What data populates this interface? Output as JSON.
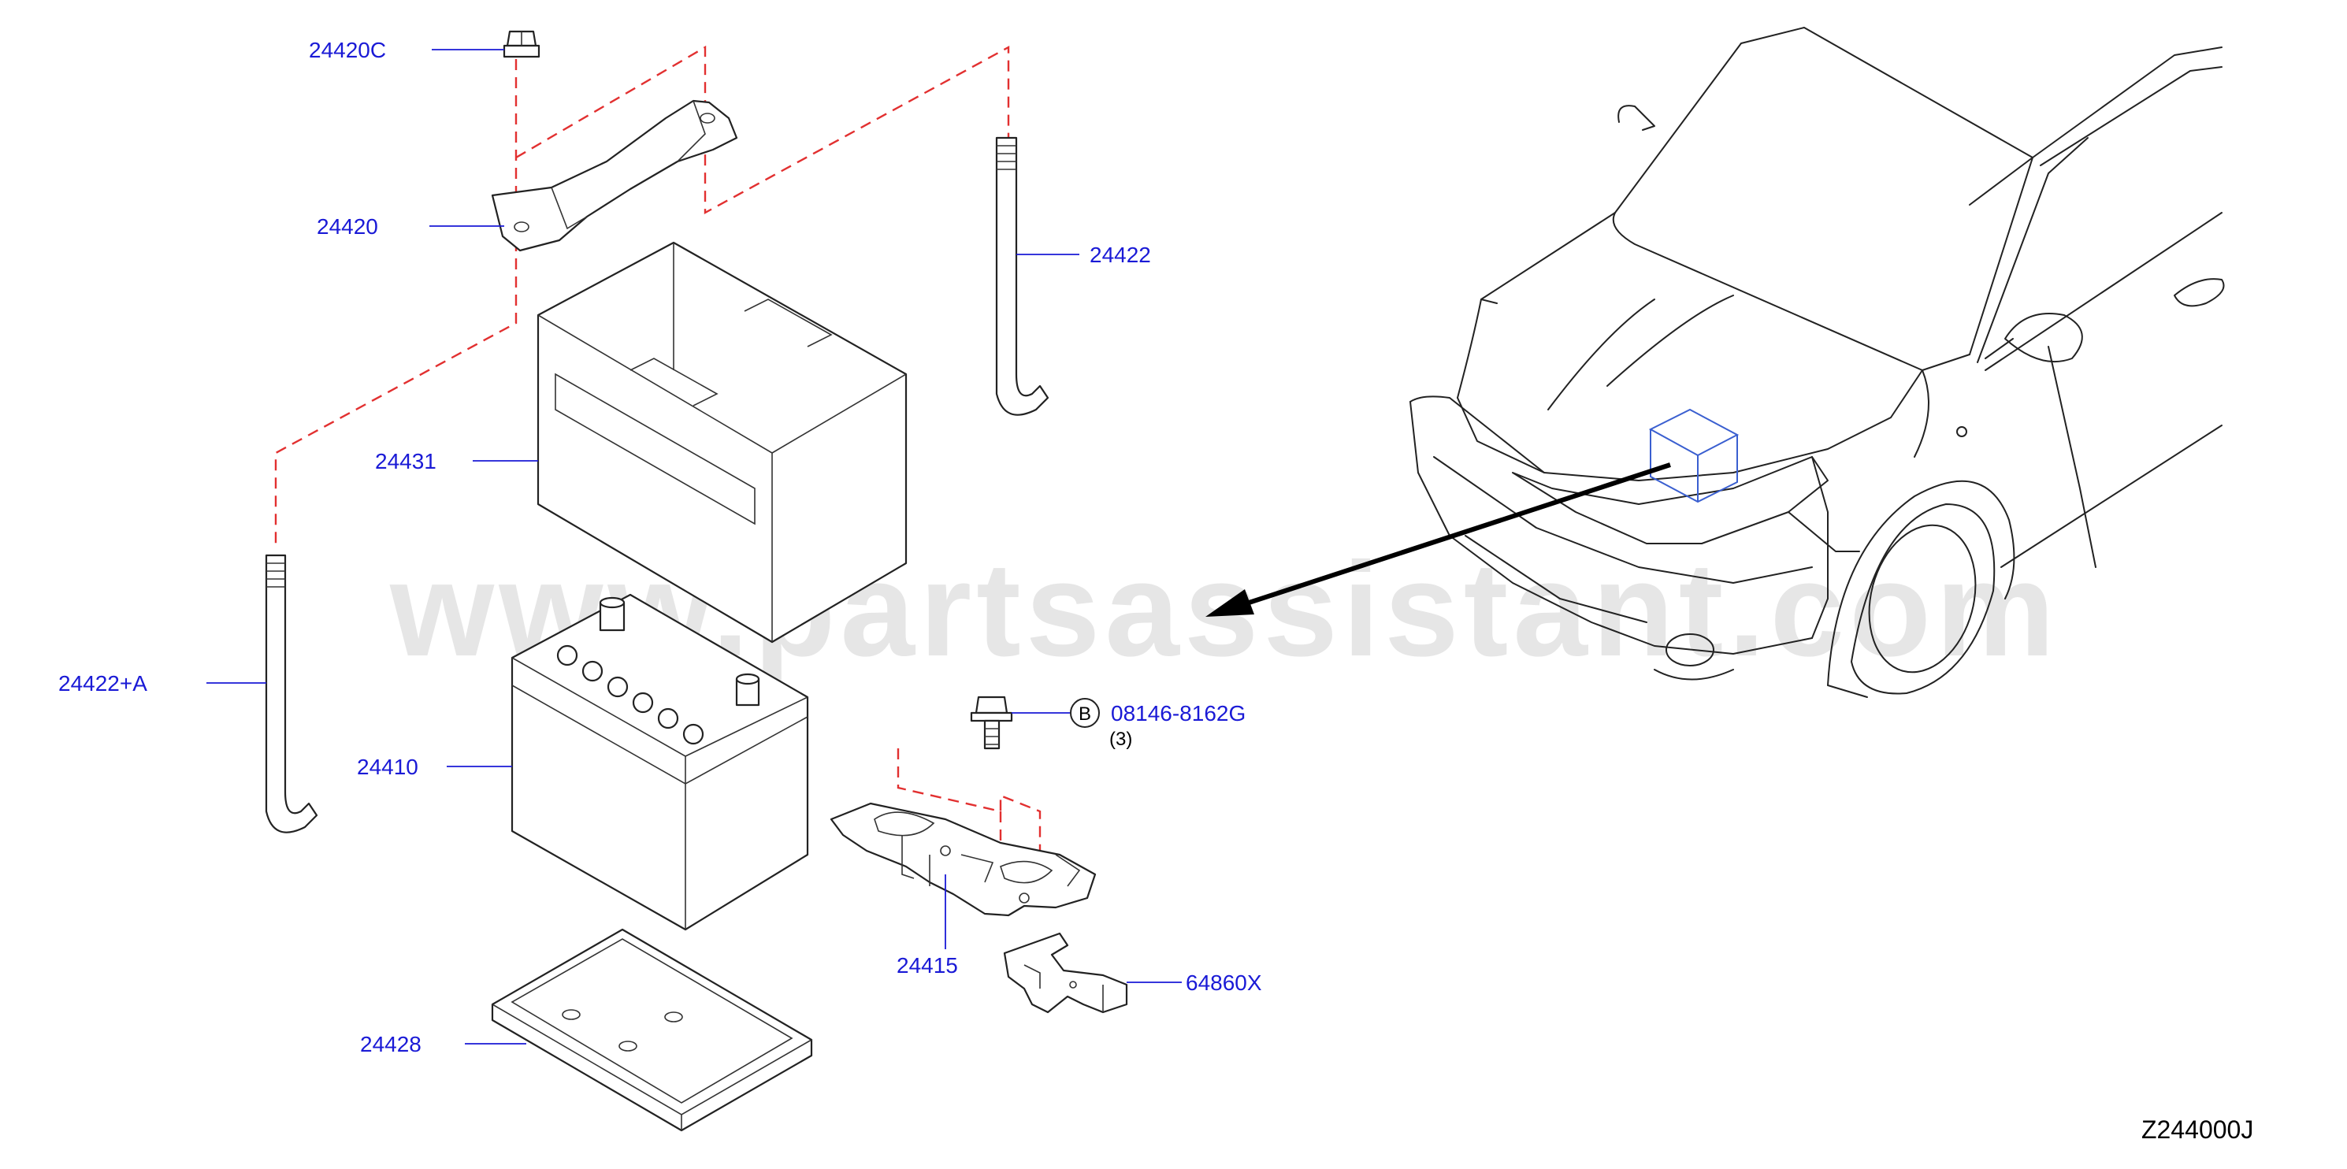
{
  "diagram": {
    "watermark": "www.partsassistant.com",
    "code": "Z244000J",
    "labels": {
      "p24420C": "24420C",
      "p24420": "24420",
      "p24422": "24422",
      "p24431": "24431",
      "p24422A": "24422+A",
      "p24410": "24410",
      "p08146": "08146-8162G",
      "qty": "(3)",
      "ref_b": "B",
      "p24415": "24415",
      "p64860X": "64860X",
      "p24428": "24428"
    },
    "colors": {
      "label": "#1a1ad6",
      "dashed_guides": "#e23030",
      "location_box": "#3a5fd0",
      "watermark": "#d2d2d2"
    },
    "icons": [
      "nut-icon",
      "bolt-icon",
      "car-icon",
      "pointer-arrow-icon"
    ]
  }
}
